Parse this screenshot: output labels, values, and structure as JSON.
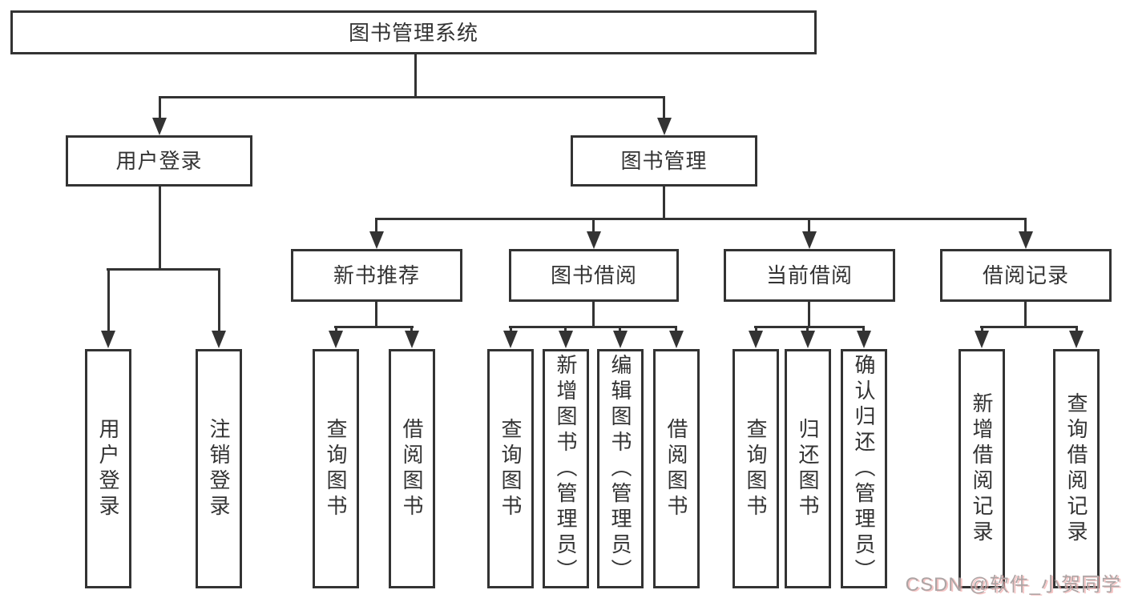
{
  "diagram": {
    "root": {
      "label": "图书管理系统"
    },
    "level2": [
      {
        "id": "user-login",
        "label": "用户登录"
      },
      {
        "id": "book-management",
        "label": "图书管理"
      }
    ],
    "level3": [
      {
        "id": "new-book-recommend",
        "parent": "图书管理",
        "label": "新书推荐"
      },
      {
        "id": "book-borrowing",
        "parent": "图书管理",
        "label": "图书借阅"
      },
      {
        "id": "current-borrowing",
        "parent": "图书管理",
        "label": "当前借阅"
      },
      {
        "id": "borrowing-records",
        "parent": "图书管理",
        "label": "借阅记录"
      }
    ],
    "leaves": [
      {
        "parent": "用户登录",
        "label": "用户登录"
      },
      {
        "parent": "用户登录",
        "label": "注销登录"
      },
      {
        "parent": "新书推荐",
        "label": "查询图书"
      },
      {
        "parent": "新书推荐",
        "label": "借阅图书"
      },
      {
        "parent": "图书借阅",
        "label": "查询图书"
      },
      {
        "parent": "图书借阅",
        "label": "新增图书（管理员）"
      },
      {
        "parent": "图书借阅",
        "label": "编辑图书（管理员）"
      },
      {
        "parent": "图书借阅",
        "label": "借阅图书"
      },
      {
        "parent": "当前借阅",
        "label": "查询图书"
      },
      {
        "parent": "当前借阅",
        "label": "归还图书"
      },
      {
        "parent": "当前借阅",
        "label": "确认归还（管理员）"
      },
      {
        "parent": "借阅记录",
        "label": "新增借阅记录"
      },
      {
        "parent": "借阅记录",
        "label": "查询借阅记录"
      }
    ]
  },
  "watermark": {
    "text": "CSDN @软件_小贺同学"
  },
  "colors": {
    "line": "#333333",
    "text": "#333333",
    "background": "#ffffff",
    "watermark_gray": "#aca5a5",
    "watermark_pink": "#f2a6a6"
  }
}
